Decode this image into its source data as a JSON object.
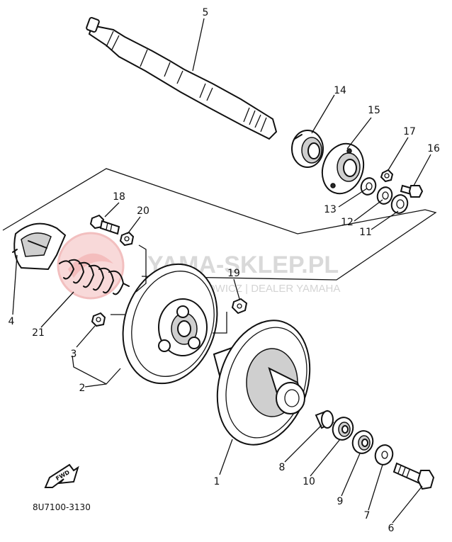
{
  "watermark": {
    "main": "YAMA-SKLEP.PL",
    "sub": "WOJCIECHOWICZ | DEALER YAMAHA"
  },
  "fwd_label": "FWD",
  "diagram_code": "8U7100-3130",
  "callouts": {
    "p1": "1",
    "p2": "2",
    "p3": "3",
    "p4": "4",
    "p5": "5",
    "p6": "6",
    "p7": "7",
    "p8": "8",
    "p9": "9",
    "p10": "10",
    "p11": "11",
    "p12": "12",
    "p13": "13",
    "p14": "14",
    "p15": "15",
    "p16": "16",
    "p17": "17",
    "p18": "18",
    "p19": "19",
    "p20": "20",
    "p21": "21"
  },
  "colors": {
    "line": "#111111",
    "watermark": "#d9d9d9",
    "watermark_logo": "#f2b8b8"
  }
}
